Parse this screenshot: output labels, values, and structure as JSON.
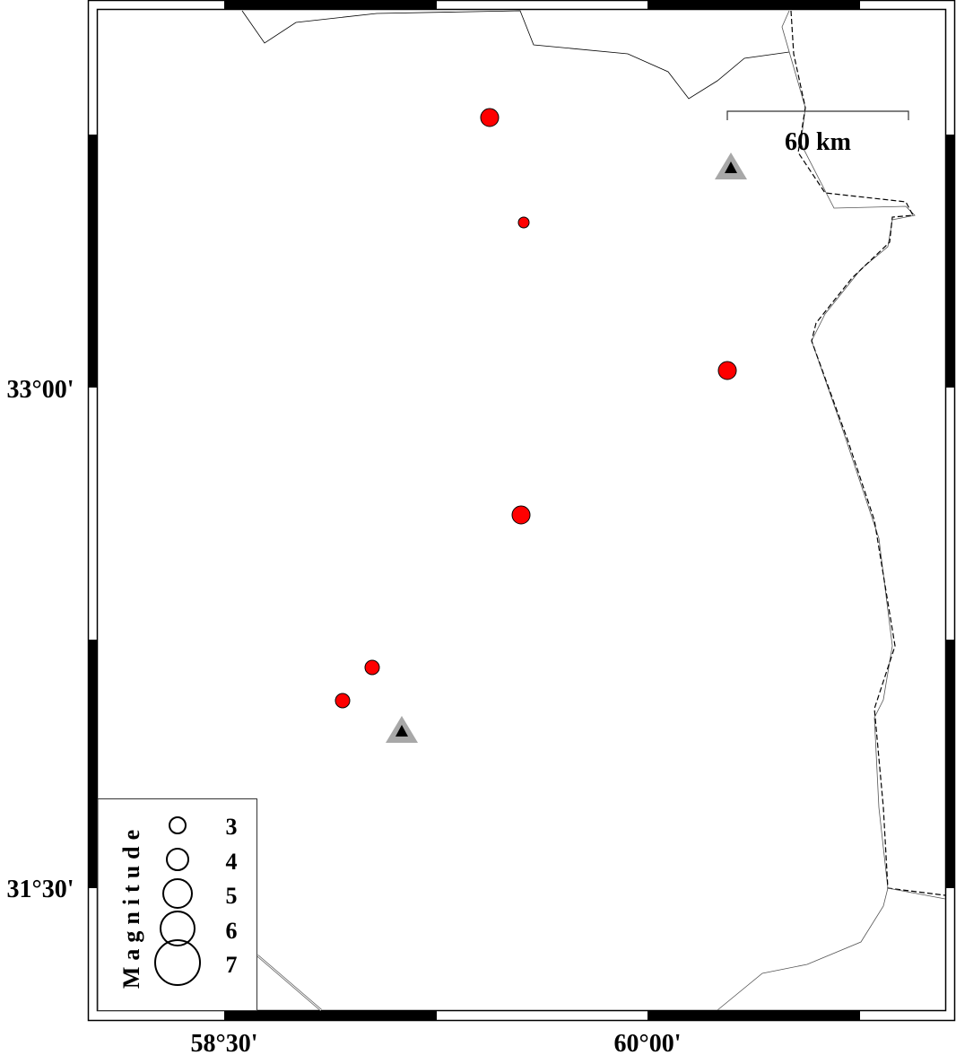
{
  "map": {
    "axes": {
      "left_labels": [
        "33°00'",
        "31°30'"
      ],
      "bottom_labels": [
        "58°30'",
        "60°00'"
      ]
    },
    "scale_bar": {
      "label": "60 km"
    },
    "legend": {
      "title": "Magnitude",
      "entries": [
        "3",
        "4",
        "5",
        "6",
        "7"
      ]
    },
    "events": [
      {
        "id": "event-1",
        "magnitude_class": 4
      },
      {
        "id": "event-2",
        "magnitude_class": 2
      },
      {
        "id": "event-3",
        "magnitude_class": 4
      },
      {
        "id": "event-4",
        "magnitude_class": 4
      },
      {
        "id": "event-5",
        "magnitude_class": 3
      },
      {
        "id": "event-6",
        "magnitude_class": 3
      }
    ],
    "colors": {
      "event_fill": "#ff0000",
      "station_outer": "#a8a8a8",
      "station_inner": "#000000",
      "border": "#000000"
    }
  }
}
